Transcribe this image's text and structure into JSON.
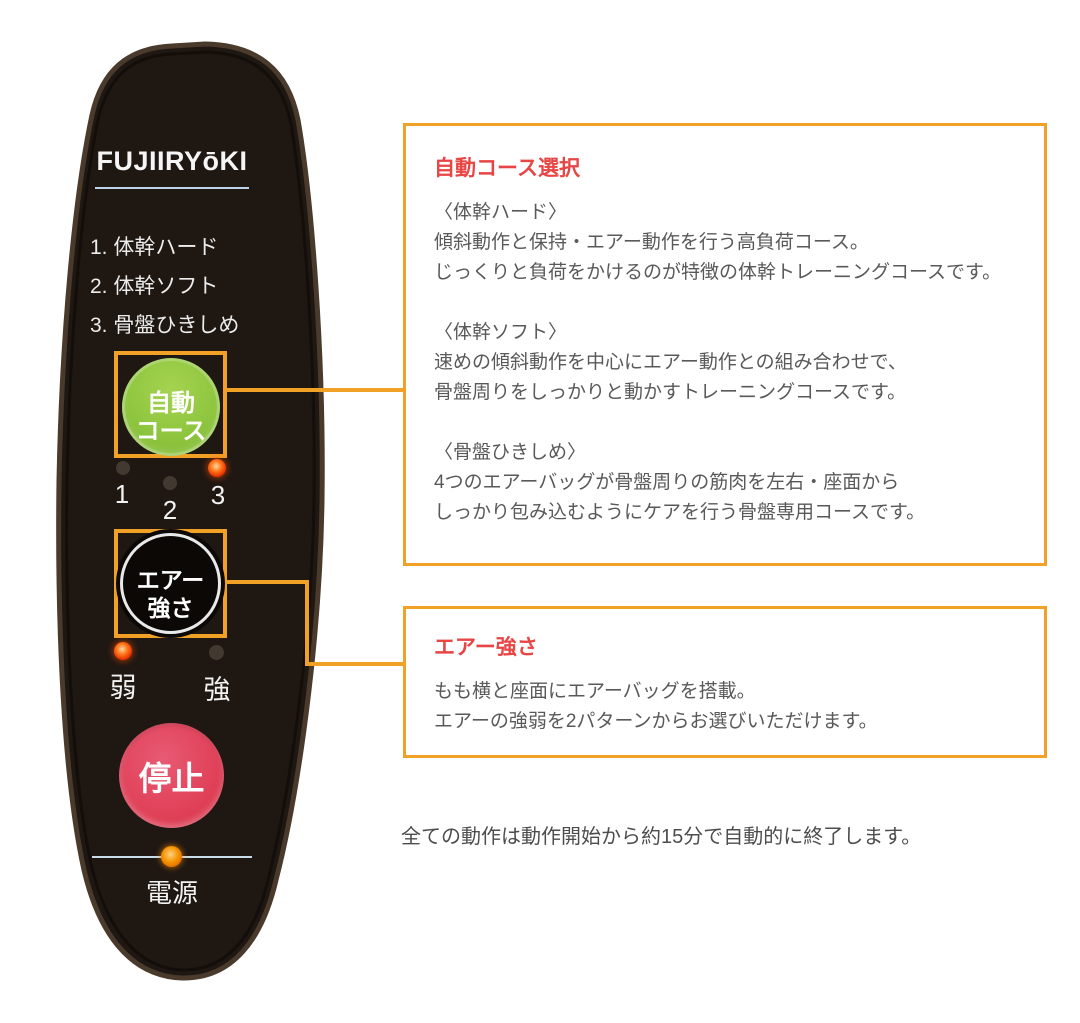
{
  "remote": {
    "brand": "FUJIIRYōKI",
    "course_list": [
      "1. 体幹ハード",
      "2. 体幹ソフト",
      "3. 骨盤ひきしめ"
    ],
    "auto_course_button": {
      "line1": "自動",
      "line2": "コース"
    },
    "course_leds": [
      {
        "num": "1",
        "state": "off"
      },
      {
        "num": "2",
        "state": "off"
      },
      {
        "num": "3",
        "state": "on"
      }
    ],
    "air_button": {
      "line1": "エアー",
      "line2": "強さ"
    },
    "air_levels": [
      {
        "label": "弱",
        "state": "on"
      },
      {
        "label": "強",
        "state": "off"
      }
    ],
    "stop_button_label": "停止",
    "power_label": "電源"
  },
  "annotations": {
    "auto_course": {
      "title": "自動コース選択",
      "sections": [
        {
          "heading": "〈体幹ハード〉",
          "lines": [
            "傾斜動作と保持・エアー動作を行う高負荷コース。",
            "じっくりと負荷をかけるのが特徴の体幹トレーニングコースです。"
          ]
        },
        {
          "heading": "〈体幹ソフト〉",
          "lines": [
            "速めの傾斜動作を中心にエアー動作との組み合わせで、",
            "骨盤周りをしっかりと動かすトレーニングコースです。"
          ]
        },
        {
          "heading": "〈骨盤ひきしめ〉",
          "lines": [
            "4つのエアーバッグが骨盤周りの筋肉を左右・座面から",
            "しっかり包み込むようにケアを行う骨盤専用コースです。"
          ]
        }
      ]
    },
    "air_strength": {
      "title": "エアー強さ",
      "lines": [
        "もも横と座面にエアーバッグを搭載。",
        "エアーの強弱を2パターンからお選びいただけます。"
      ]
    },
    "footnote": "全ての動作は動作開始から約15分で自動的に終了します。"
  },
  "colors": {
    "highlight_orange": "#F2A127",
    "annotation_title_red": "#E84545",
    "auto_button_green": "#8FC63F",
    "stop_button_pink": "#E04158",
    "led_on_red": "#FF3C00",
    "power_led_orange": "#F59500",
    "logo_divider_blue": "#B9D2E8"
  }
}
